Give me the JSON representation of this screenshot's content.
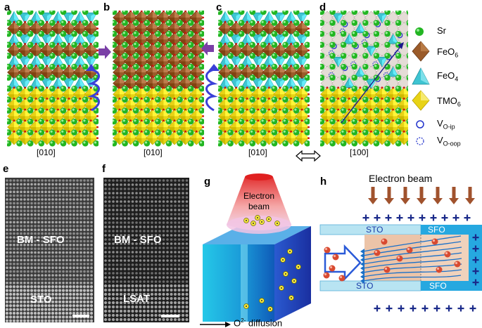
{
  "panels": {
    "a": {
      "letter": "a",
      "axis": "[010]"
    },
    "b": {
      "letter": "b",
      "axis": "[010]"
    },
    "c": {
      "letter": "c",
      "axis": "[010]"
    },
    "d": {
      "letter": "d",
      "axis": "[100]"
    },
    "e": {
      "letter": "e",
      "film": "BM - SFO",
      "substrate": "STO"
    },
    "f": {
      "letter": "f",
      "film": "BM - SFO",
      "substrate": "LSAT"
    },
    "g": {
      "letter": "g",
      "beam_line1": "Electron",
      "beam_line2": "beam",
      "diffusion_label": "O",
      "diffusion_sup": "2-",
      "diffusion_suffix": "diffusion"
    },
    "h": {
      "letter": "h",
      "beam_label": "Electron beam",
      "left_top": "STO",
      "right_top": "SFO",
      "left_bottom": "STO",
      "right_bottom": "SFO"
    }
  },
  "legend": [
    {
      "symbol": "sr-sphere",
      "label": "Sr",
      "sub": ""
    },
    {
      "symbol": "feo6-octahedron",
      "label": "FeO",
      "sub": "6"
    },
    {
      "symbol": "feo4-tetrahedron",
      "label": "FeO",
      "sub": "4"
    },
    {
      "symbol": "tmo6-octahedron",
      "label": "TMO",
      "sub": "6"
    },
    {
      "symbol": "vacancy-ip",
      "label": "V",
      "sub": "O-ip"
    },
    {
      "symbol": "vacancy-oop",
      "label": "V",
      "sub": "O-oop"
    }
  ],
  "colors": {
    "sr": "#22b522",
    "feo6": "#9b5b2a",
    "feo4": "#3ec4d2",
    "tmo6": "#e8d316",
    "vacancy": "#2233cc",
    "arrow_purple": "#7a3fa6",
    "arrow_blue": "#3a3fd8",
    "beam_arrow": "#a0522d",
    "plus": "#1a2a8a"
  }
}
